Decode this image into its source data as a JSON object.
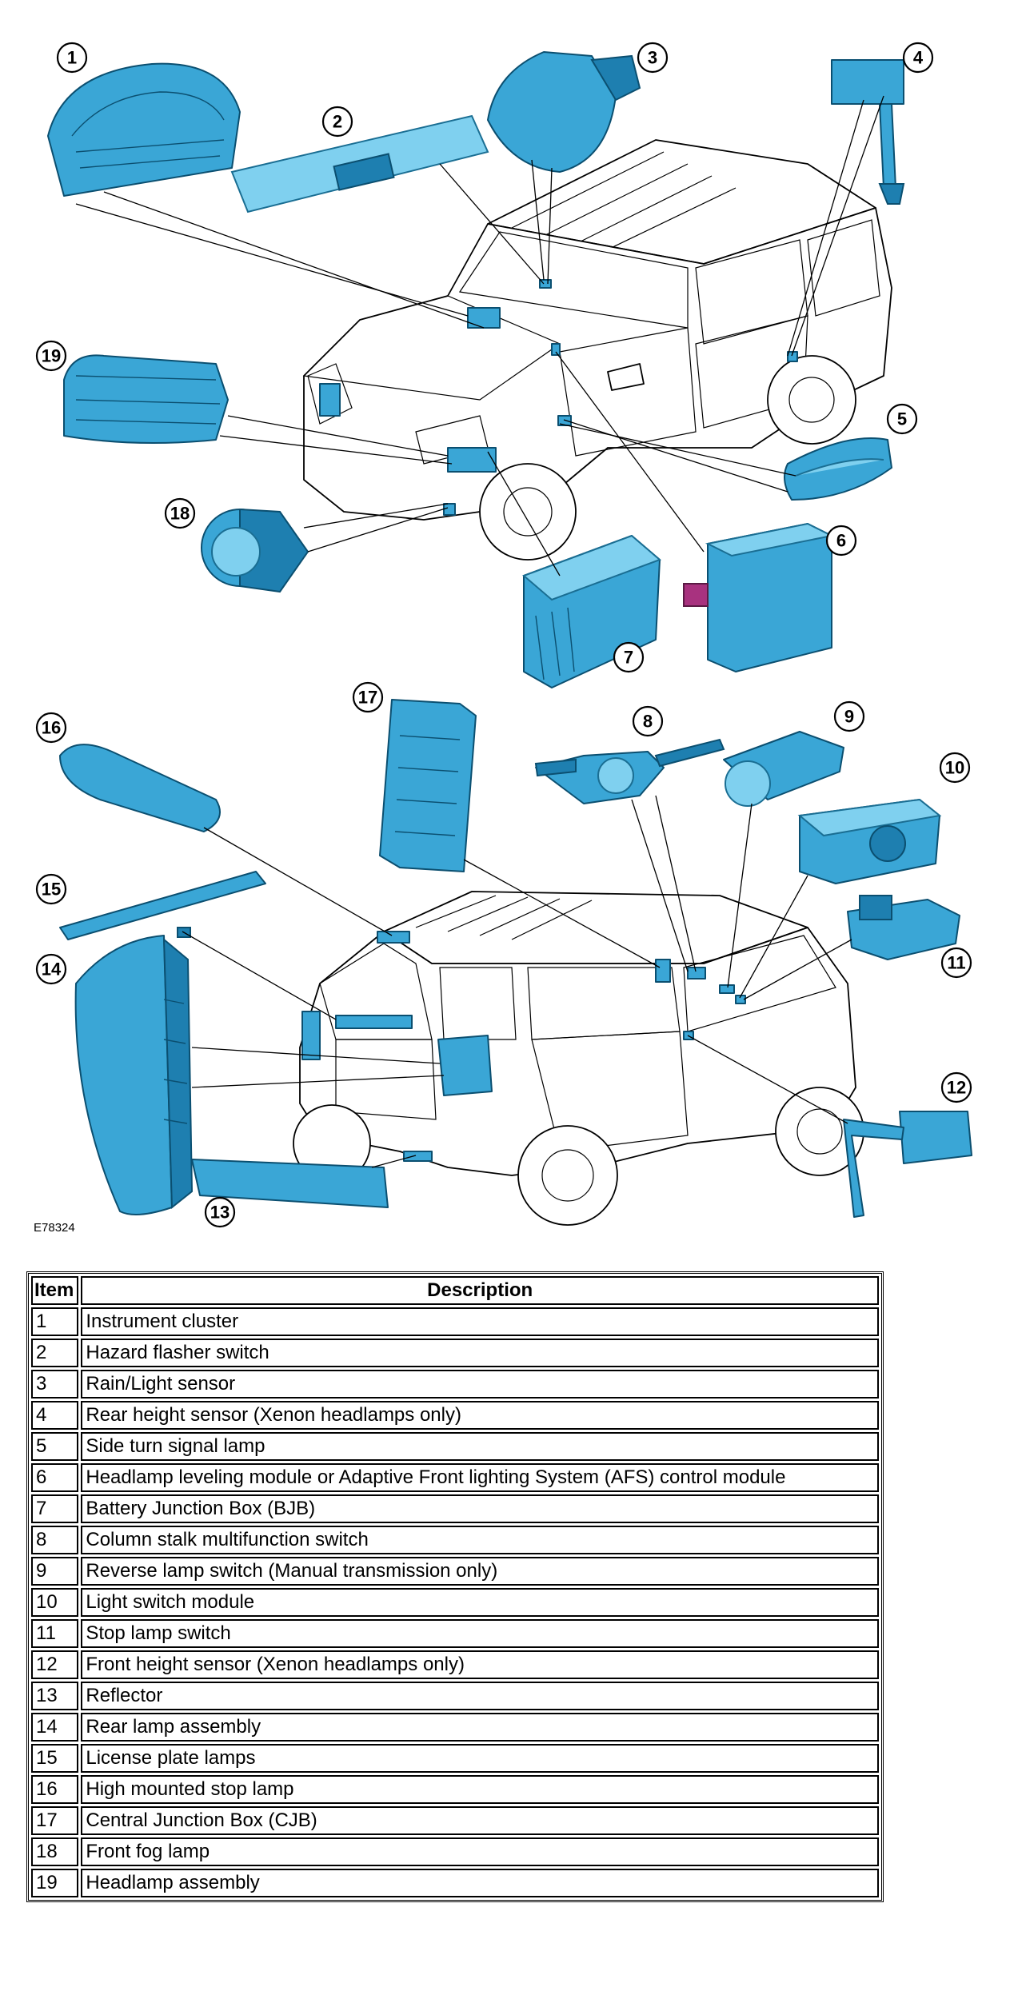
{
  "figure": {
    "reference_code": "E78324",
    "callouts": [
      "1",
      "2",
      "3",
      "4",
      "5",
      "6",
      "7",
      "8",
      "9",
      "10",
      "11",
      "12",
      "13",
      "14",
      "15",
      "16",
      "17",
      "18",
      "19"
    ]
  },
  "legend": {
    "headers": {
      "item": "Item",
      "description": "Description"
    },
    "rows": [
      {
        "item": "1",
        "description": "Instrument cluster"
      },
      {
        "item": "2",
        "description": "Hazard flasher switch"
      },
      {
        "item": "3",
        "description": "Rain/Light sensor"
      },
      {
        "item": "4",
        "description": "Rear height sensor (Xenon headlamps only)"
      },
      {
        "item": "5",
        "description": "Side turn signal lamp"
      },
      {
        "item": "6",
        "description": "Headlamp leveling module or Adaptive Front lighting System (AFS) control module"
      },
      {
        "item": "7",
        "description": "Battery Junction Box (BJB)"
      },
      {
        "item": "8",
        "description": "Column stalk multifunction switch"
      },
      {
        "item": "9",
        "description": "Reverse lamp switch (Manual transmission only)"
      },
      {
        "item": "10",
        "description": "Light switch module"
      },
      {
        "item": "11",
        "description": "Stop lamp switch"
      },
      {
        "item": "12",
        "description": "Front height sensor (Xenon headlamps only)"
      },
      {
        "item": "13",
        "description": "Reflector"
      },
      {
        "item": "14",
        "description": "Rear lamp assembly"
      },
      {
        "item": "15",
        "description": "License plate lamps"
      },
      {
        "item": "16",
        "description": "High mounted stop lamp"
      },
      {
        "item": "17",
        "description": "Central Junction Box (CJB)"
      },
      {
        "item": "18",
        "description": "Front fog lamp"
      },
      {
        "item": "19",
        "description": "Headlamp assembly"
      }
    ]
  },
  "colors": {
    "component_fill": "#3aa6d6",
    "component_stroke": "#0b4f70",
    "line": "#000000",
    "background": "#ffffff"
  }
}
